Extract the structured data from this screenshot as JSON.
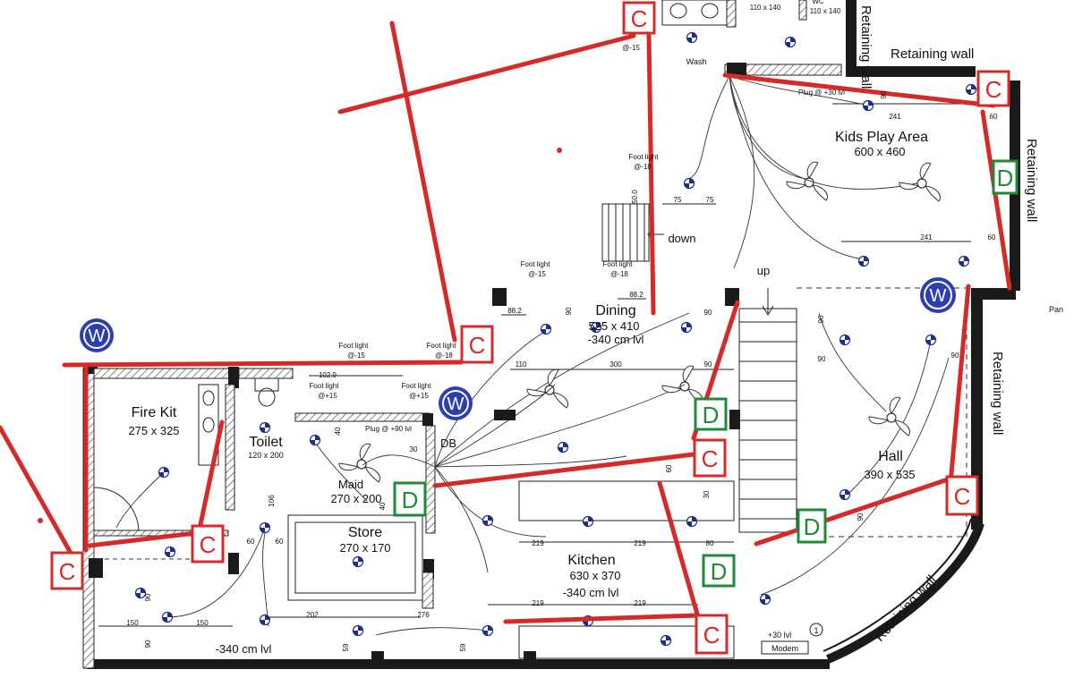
{
  "rooms": {
    "fire_kit": {
      "name": "Fire Kit",
      "size": "275 x 325"
    },
    "toilet": {
      "name": "Toilet",
      "size": "120 x 200"
    },
    "maid": {
      "name": "Maid",
      "size": "270 x 200"
    },
    "store": {
      "name": "Store",
      "size": "270 x 170"
    },
    "dining": {
      "name": "Dining",
      "size": "525 x 410",
      "level": "-340 cm lvl"
    },
    "kitchen": {
      "name": "Kitchen",
      "size": "630 x 370",
      "level": "-340 cm lvl"
    },
    "hall": {
      "name": "Hall",
      "size": "390 x 535"
    },
    "kids_play": {
      "name": "Kids Play Area",
      "size": "600 x 460"
    },
    "wash": {
      "name": "Wash"
    },
    "wc": {
      "name": "WC",
      "size": "110 x 140"
    },
    "wc_top": {
      "size": "110 x 140"
    }
  },
  "labels": {
    "retaining_wall": "Retaining wall",
    "down": "down",
    "up": "up",
    "db": "DB",
    "modem": "Modem",
    "modem_level": "+30 lvl",
    "level_bottom": "-340 cm lvl",
    "pan": "Pan",
    "circle_one": "1",
    "foot_light": "Foot light",
    "plug_kids": "Plug @ +30 lvl",
    "plug_maid": "Plug @ +90 lvl"
  },
  "dimensions": {
    "d300": "300",
    "d110": "110",
    "d90": "90",
    "d241": "241",
    "d60": "60",
    "d75": "75",
    "d219": "219",
    "d80": "80",
    "d202": "202",
    "d276": "276",
    "d150": "150",
    "d106": "106",
    "d102": "102.9",
    "d88": "88.2",
    "d50": "50.0",
    "d30": "30",
    "d40": "40",
    "d59": "59"
  },
  "elevations": {
    "m15": "@-15",
    "m18": "@-18",
    "p15": "@+15"
  },
  "markers": {
    "c": "C",
    "d": "D",
    "w": "W"
  },
  "colors": {
    "red_marker": "#d62a2a",
    "green_marker": "#1f8a3a",
    "blue_marker": "#2b3fb0",
    "wall": "#1a1a1a"
  }
}
